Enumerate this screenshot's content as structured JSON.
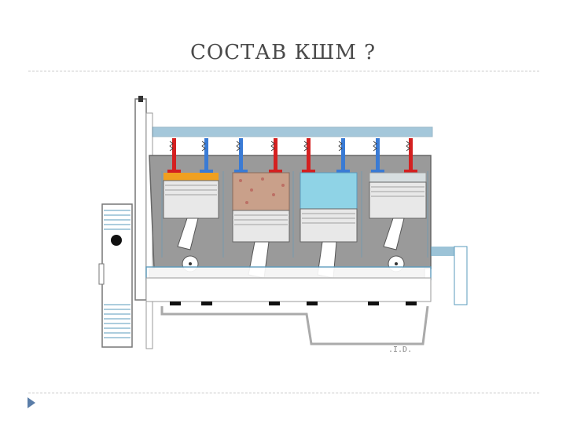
{
  "slide": {
    "title": "СОСТАВ КШМ ?",
    "figure_caption": ".I.D."
  },
  "diagram": {
    "cylinder_fills": [
      "flame",
      "mixture",
      "coolant",
      "exhaust"
    ],
    "colors": {
      "block": "#8f8f8f",
      "rail": "#5a9bbd",
      "valve_hot": "#d42020",
      "valve_cool": "#3a7bd5",
      "coolant": "#8fd3e6",
      "mixture": "#c9a08a",
      "flame": "#f0a020",
      "exhaust": "#d7dee0"
    }
  },
  "nav": {
    "bullet_icon": "triangle-bullet-icon"
  }
}
